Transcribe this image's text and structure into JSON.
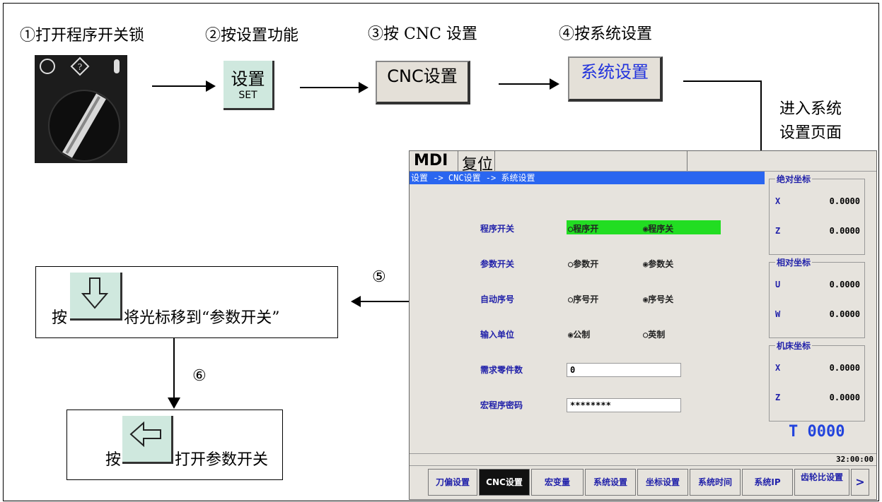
{
  "steps": {
    "s1": "①打开程序开关锁",
    "s2": "②按设置功能",
    "s3": "③按 CNC 设置",
    "s4": "④按系统设置"
  },
  "buttons": {
    "set_main": "设置",
    "set_sub": "SET",
    "cnc": "CNC设置",
    "system": "系统设置"
  },
  "enter_note": {
    "line1": "进入系统",
    "line2": "设置页面"
  },
  "screen": {
    "mode": "MDI",
    "reset": "复位",
    "breadcrumb": "设置 -> CNC设置 -> 系统设置",
    "rows": [
      {
        "label": "程序开关",
        "opt1": "程序开",
        "opt2": "程序关",
        "selected": 2
      },
      {
        "label": "参数开关",
        "opt1": "参数开",
        "opt2": "参数关",
        "selected": 2
      },
      {
        "label": "自动序号",
        "opt1": "序号开",
        "opt2": "序号关",
        "selected": 2
      },
      {
        "label": "输入单位",
        "opt1": "公制",
        "opt2": "英制",
        "selected": 1
      }
    ],
    "parts_label": "需求零件数",
    "parts_value": "0",
    "macro_label": "宏程序密码",
    "macro_value": "********",
    "abs_title": "绝对坐标",
    "rel_title": "相对坐标",
    "mach_title": "机床坐标",
    "abs": [
      {
        "axis": "X",
        "value": "0.0000"
      },
      {
        "axis": "Z",
        "value": "0.0000"
      }
    ],
    "rel": [
      {
        "axis": "U",
        "value": "0.0000"
      },
      {
        "axis": "W",
        "value": "0.0000"
      }
    ],
    "mach": [
      {
        "axis": "X",
        "value": "0.0000"
      },
      {
        "axis": "Z",
        "value": "0.0000"
      }
    ],
    "tool": "T 0000",
    "clock": "32:00:00",
    "softkeys": [
      "刀偏设置",
      "CNC设置",
      "宏变量",
      "系统设置",
      "坐标设置",
      "系统时间",
      "系统IP",
      "齿轮比设置",
      ">"
    ]
  },
  "instr5": {
    "num": "⑤",
    "pre": "按",
    "post": "将光标移到“参数开关”"
  },
  "instr6": {
    "num": "⑥",
    "pre": "按",
    "post": "打开参数开关"
  },
  "colors": {
    "highlight": "#22dd22",
    "breadcrumb": "#2a66f0",
    "keycap": "#cfe8de"
  }
}
